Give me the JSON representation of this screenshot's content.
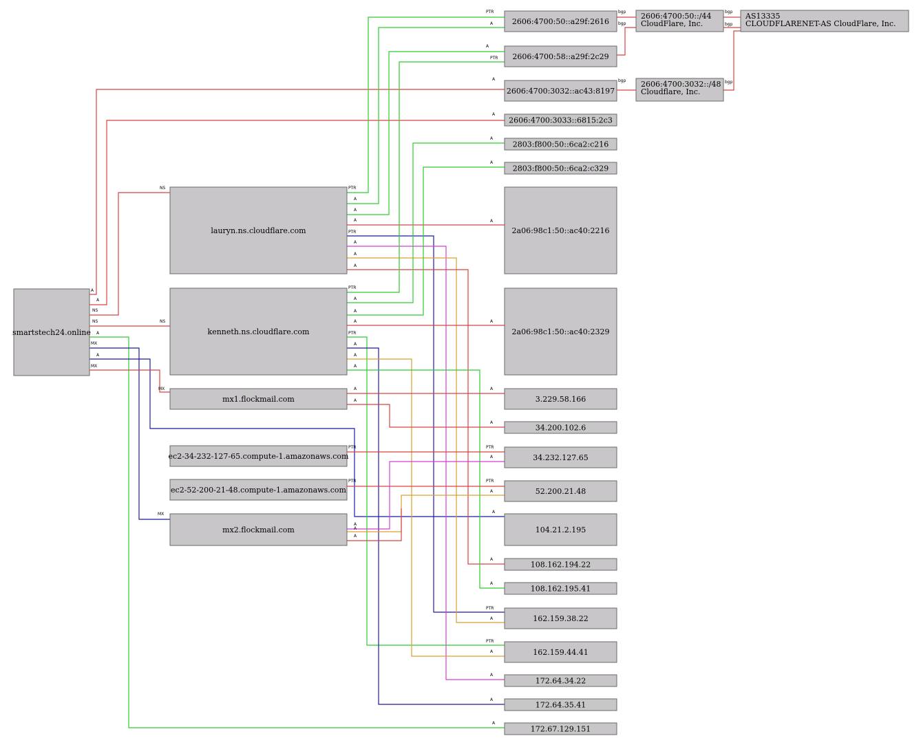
{
  "colors": {
    "red": "#d94040",
    "green": "#2ecc2e",
    "blue": "#1a1aa8",
    "magenta": "#d43fd4",
    "orange": "#d9a030",
    "node_fill": "#c8c6c8",
    "node_stroke": "#6a6a6a"
  },
  "nodes": [
    {
      "id": "root",
      "label": "smartstech24.online"
    },
    {
      "id": "lauryn",
      "label": "lauryn.ns.cloudflare.com"
    },
    {
      "id": "kenneth",
      "label": "kenneth.ns.cloudflare.com"
    },
    {
      "id": "mx1",
      "label": "mx1.flockmail.com"
    },
    {
      "id": "ec2a",
      "label": "ec2-34-232-127-65.compute-1.amazonaws.com"
    },
    {
      "id": "ec2b",
      "label": "ec2-52-200-21-48.compute-1.amazonaws.com"
    },
    {
      "id": "mx2",
      "label": "mx2.flockmail.com"
    },
    {
      "id": "ip1",
      "label": "2606:4700:50::a29f:2616"
    },
    {
      "id": "ip2",
      "label": "2606:4700:58::a29f:2c29"
    },
    {
      "id": "ip3",
      "label": "2606:4700:3032::ac43:8197"
    },
    {
      "id": "ip4",
      "label": "2606:4700:3033::6815:2c3"
    },
    {
      "id": "ip5",
      "label": "2803:f800:50::6ca2:c216"
    },
    {
      "id": "ip6",
      "label": "2803:f800:50::6ca2:c329"
    },
    {
      "id": "ip7",
      "label": "2a06:98c1:50::ac40:2216"
    },
    {
      "id": "ip8",
      "label": "2a06:98c1:50::ac40:2329"
    },
    {
      "id": "v4a",
      "label": "3.229.58.166"
    },
    {
      "id": "v4b",
      "label": "34.200.102.6"
    },
    {
      "id": "v4c",
      "label": "34.232.127.65"
    },
    {
      "id": "v4d",
      "label": "52.200.21.48"
    },
    {
      "id": "v4e",
      "label": "104.21.2.195"
    },
    {
      "id": "v4f",
      "label": "108.162.194.22"
    },
    {
      "id": "v4g",
      "label": "108.162.195.41"
    },
    {
      "id": "v4h",
      "label": "162.159.38.22"
    },
    {
      "id": "v4i",
      "label": "162.159.44.41"
    },
    {
      "id": "v4j",
      "label": "172.64.34.22"
    },
    {
      "id": "v4k",
      "label": "172.64.35.41"
    },
    {
      "id": "v4l",
      "label": "172.67.129.151"
    },
    {
      "id": "net1",
      "label_lines": [
        "2606:4700:50::/44",
        "CloudFlare, Inc."
      ]
    },
    {
      "id": "net2",
      "label_lines": [
        "2606:4700:3032::/48",
        "Cloudflare, Inc."
      ]
    },
    {
      "id": "asn",
      "label_lines": [
        "AS13335",
        "CLOUDFLARENET-AS CloudFlare, Inc."
      ]
    }
  ],
  "edge_labels": {
    "a": "A",
    "ns": "NS",
    "mx": "MX",
    "ptr": "PTR",
    "bgp": "bgp"
  }
}
